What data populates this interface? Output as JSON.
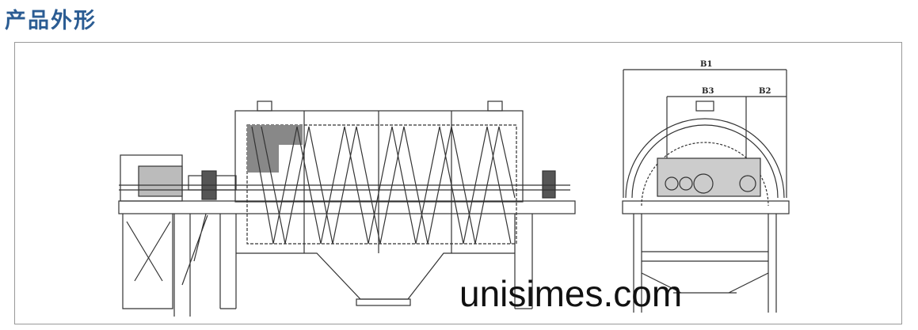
{
  "title": "产品外形",
  "drawing": {
    "dimension_labels": {
      "b1": "B1",
      "b2": "B2",
      "b3": "B3"
    }
  },
  "watermark": "unisimes.com"
}
